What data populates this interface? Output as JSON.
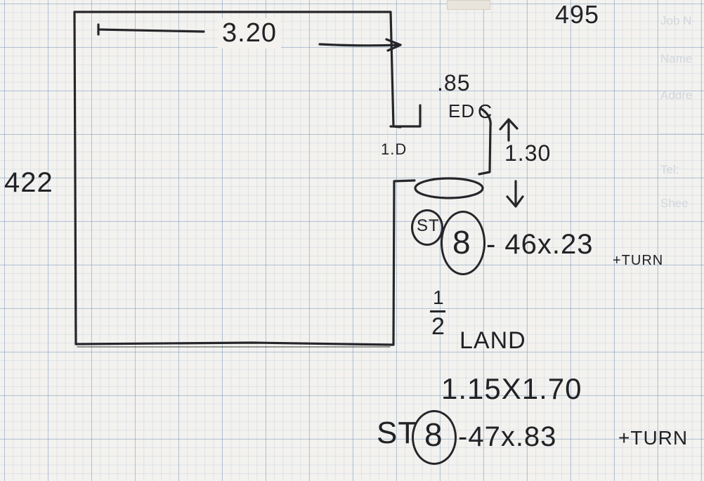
{
  "form_fields": {
    "job_no": "Job N",
    "name": "Name",
    "address": "Addre",
    "tel": "Tel:",
    "sheet": "Shee"
  },
  "sketch": {
    "top_note": "495",
    "room_width": "3.20",
    "room_height": "422",
    "door_dimension": ".85",
    "door_mark_1": "ED",
    "door_mark_2": "C",
    "door_mark_3": "1.D",
    "opening": "1.30",
    "stair_1_tag_a": "ST",
    "stair_1_tag_b": "8",
    "stair_1_spec": "- 46x.23",
    "stair_1_turn": "+TURN",
    "half_land_fraction_top": "1",
    "half_land_fraction_bottom": "2",
    "half_land_label": "LAND",
    "landing_size": "1.15X1.70",
    "stair_2_tag_a": "ST",
    "stair_2_tag_b": "8",
    "stair_2_spec": "-47x.83",
    "stair_2_turn": "+TURN"
  }
}
